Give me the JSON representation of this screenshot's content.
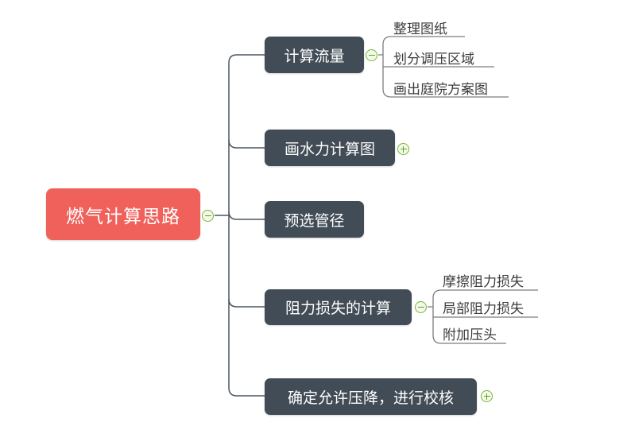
{
  "root": {
    "label": "燃气计算思路"
  },
  "branches": [
    {
      "label": "计算流量",
      "toggle": "collapse",
      "children": [
        {
          "label": "整理图纸"
        },
        {
          "label": "划分调压区域"
        },
        {
          "label": "画出庭院方案图"
        }
      ]
    },
    {
      "label": "画水力计算图",
      "toggle": "expand",
      "children": []
    },
    {
      "label": "预选管径",
      "toggle": "none",
      "children": []
    },
    {
      "label": "阻力损失的计算",
      "toggle": "collapse",
      "children": [
        {
          "label": "摩擦阻力损失"
        },
        {
          "label": "局部阻力损失"
        },
        {
          "label": "附加压头"
        }
      ]
    },
    {
      "label": "确定允许压降，进行校核",
      "toggle": "expand",
      "children": []
    }
  ],
  "colors": {
    "root_node_bg": "#F0615B",
    "branch_node_bg": "#414C56",
    "node_text": "#FFFFFF",
    "leaf_text": "#3C3C3C",
    "trunk_line": "#4A5660",
    "child_line": "#7E7E7E",
    "toggle_border": "#7AB23B",
    "toggle_glyph": "#61A318",
    "toggle_fill": "#F3FAEA"
  }
}
